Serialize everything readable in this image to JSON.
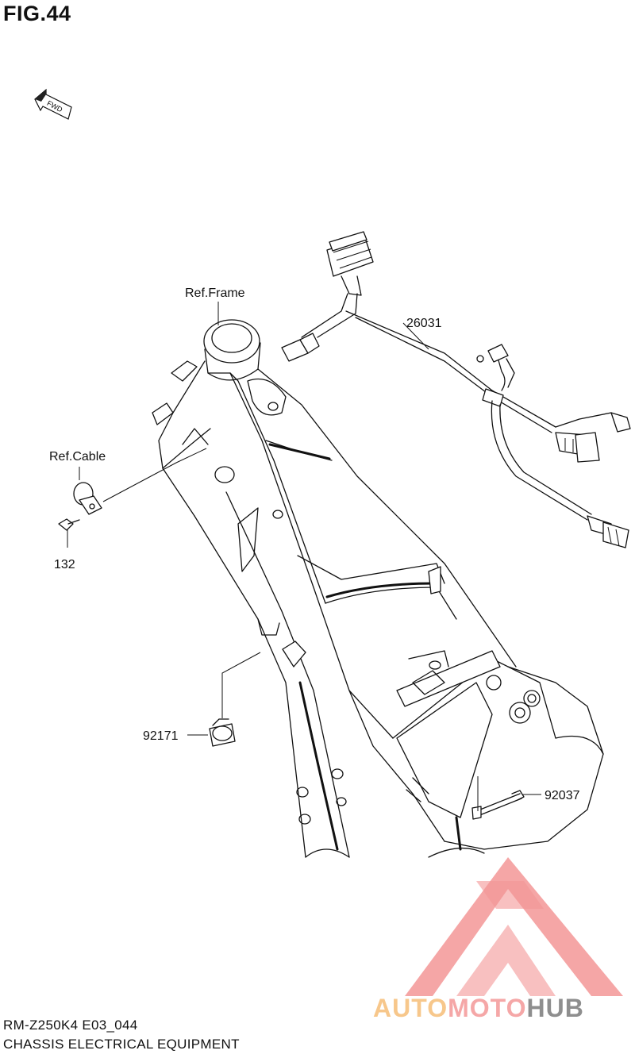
{
  "figure": {
    "title": "FIG.44",
    "fwd_label": "FWD"
  },
  "callouts": {
    "ref_frame": "Ref.Frame",
    "harness": "26031",
    "ref_cable": "Ref.Cable",
    "bolt": "132",
    "clamp": "92171",
    "band": "92037"
  },
  "footer": {
    "model_code": "RM-Z250K4 E03_044",
    "caption": "CHASSIS ELECTRICAL EQUIPMENT"
  },
  "watermark": {
    "part1": "AUTO",
    "part2": "MOTO",
    "part3": "HUB",
    "color_triangle": "#f28b8b",
    "color_auto": "#f7c78b",
    "color_moto": "#f5a7a7",
    "color_hub": "#8e8e8e"
  }
}
